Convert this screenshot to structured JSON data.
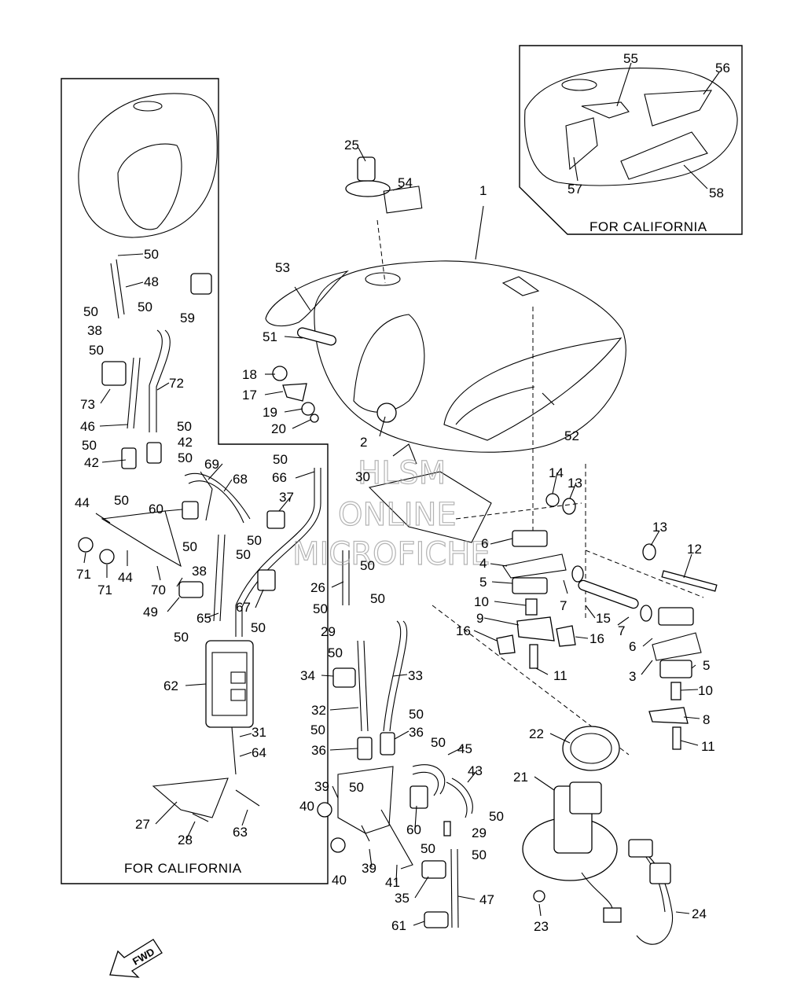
{
  "captions": {
    "california_top": "FOR CALIFORNIA",
    "california_left": "FOR CALIFORNIA"
  },
  "fwd_label": "FWD",
  "watermark": [
    "HLSM",
    "ONLINE",
    "MICROFICHE"
  ],
  "callouts": [
    "1",
    "2",
    "3",
    "4",
    "5",
    "5",
    "6",
    "6",
    "7",
    "7",
    "8",
    "9",
    "10",
    "10",
    "11",
    "11",
    "12",
    "13",
    "13",
    "14",
    "15",
    "16",
    "16",
    "17",
    "18",
    "19",
    "20",
    "21",
    "22",
    "23",
    "24",
    "25",
    "26",
    "27",
    "28",
    "29",
    "29",
    "30",
    "31",
    "32",
    "33",
    "34",
    "35",
    "36",
    "36",
    "37",
    "38",
    "38",
    "39",
    "39",
    "40",
    "40",
    "41",
    "42",
    "42",
    "43",
    "44",
    "44",
    "45",
    "46",
    "47",
    "48",
    "49",
    "50",
    "51",
    "52",
    "53",
    "54",
    "55",
    "56",
    "57",
    "58",
    "59",
    "60",
    "60",
    "61",
    "62",
    "63",
    "64",
    "65",
    "66",
    "67",
    "68",
    "69",
    "70",
    "71",
    "71",
    "72",
    "73"
  ]
}
